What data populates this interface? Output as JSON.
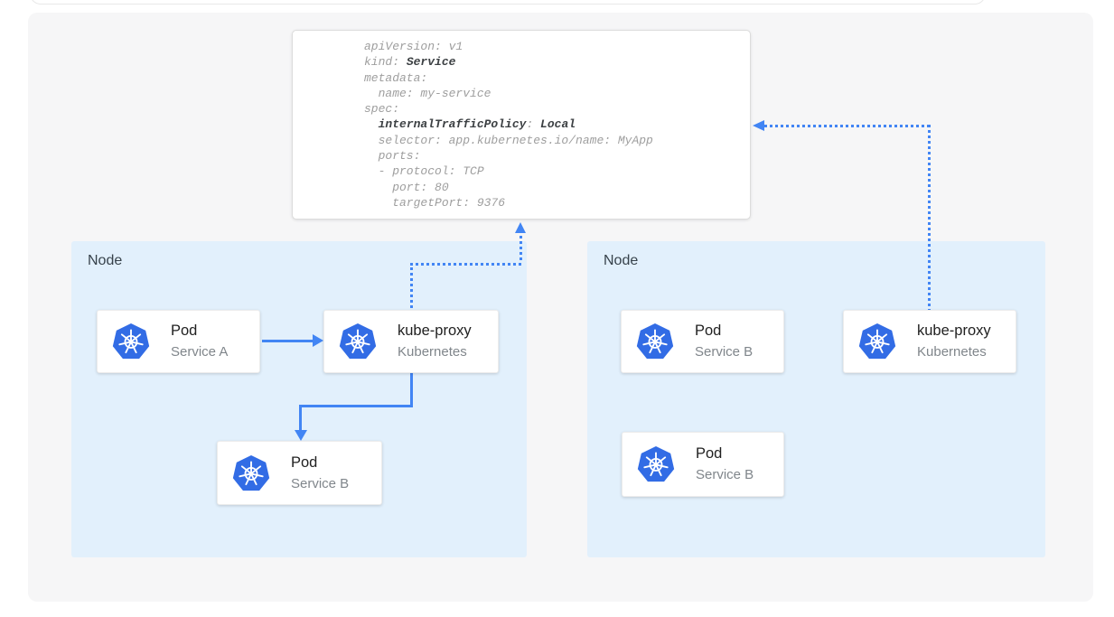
{
  "colors": {
    "arrow_blue": "#4285F4",
    "kubernetes_blue": "#326CE5",
    "node_background": "#E2F0FC",
    "panel_background": "#F6F6F7",
    "code_text": "#9E9E9E",
    "code_bold_text": "#3C4043"
  },
  "code_panel": {
    "lines": [
      [
        {
          "t": "apiVersion: v1"
        }
      ],
      [
        {
          "t": "kind: "
        },
        {
          "t": "Service",
          "b": true
        }
      ],
      [
        {
          "t": "metadata:"
        }
      ],
      [
        {
          "t": "  name: my-service"
        }
      ],
      [
        {
          "t": "spec:"
        }
      ],
      [
        {
          "t": "  "
        },
        {
          "t": "internalTrafficPolicy",
          "b": true
        },
        {
          "t": ": "
        },
        {
          "t": "Local",
          "b": true
        }
      ],
      [
        {
          "t": "  selector: app.kubernetes.io/name: MyApp"
        }
      ],
      [
        {
          "t": "  ports:"
        }
      ],
      [
        {
          "t": "  - protocol: TCP"
        }
      ],
      [
        {
          "t": "    port: 80"
        }
      ],
      [
        {
          "t": "    targetPort: 9376"
        }
      ]
    ]
  },
  "nodes": [
    {
      "label": "Node",
      "cards": [
        {
          "icon": "kubernetes",
          "title": "Pod",
          "subtitle": "Service A"
        },
        {
          "icon": "kubernetes",
          "title": "kube-proxy",
          "subtitle": "Kubernetes"
        },
        {
          "icon": "kubernetes",
          "title": "Pod",
          "subtitle": "Service B"
        }
      ]
    },
    {
      "label": "Node",
      "cards": [
        {
          "icon": "kubernetes",
          "title": "Pod",
          "subtitle": "Service B"
        },
        {
          "icon": "kubernetes",
          "title": "kube-proxy",
          "subtitle": "Kubernetes"
        },
        {
          "icon": "kubernetes",
          "title": "Pod",
          "subtitle": "Service B"
        }
      ]
    }
  ]
}
